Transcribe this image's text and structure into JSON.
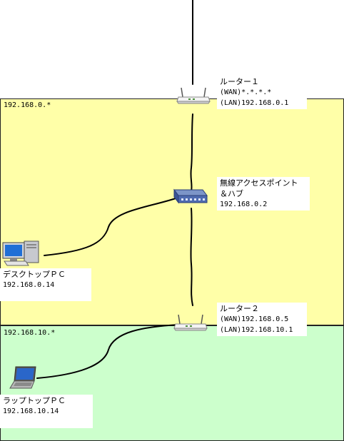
{
  "zones": {
    "lan_label": "192.168.0.*",
    "wlan_label": "192.168.10.*"
  },
  "router1": {
    "name": "ルーター１",
    "wan": "(WAN)*.*.*.*",
    "lan": "(LAN)192.168.0.1"
  },
  "access_point": {
    "name_line1": "無線アクセスポイント",
    "name_line2": "＆ハブ",
    "ip": "192.168.0.2"
  },
  "desktop": {
    "name": "デスクトップＰＣ",
    "ip": "192.168.0.14"
  },
  "router2": {
    "name": "ルーター２",
    "wan": "(WAN)192.168.0.5",
    "lan": "(LAN)192.168.10.1"
  },
  "laptop": {
    "name": "ラップトップＰＣ",
    "ip": "192.168.10.14"
  },
  "colors": {
    "lan_zone": "#ffffa8",
    "wlan_zone": "#ccffcc"
  }
}
